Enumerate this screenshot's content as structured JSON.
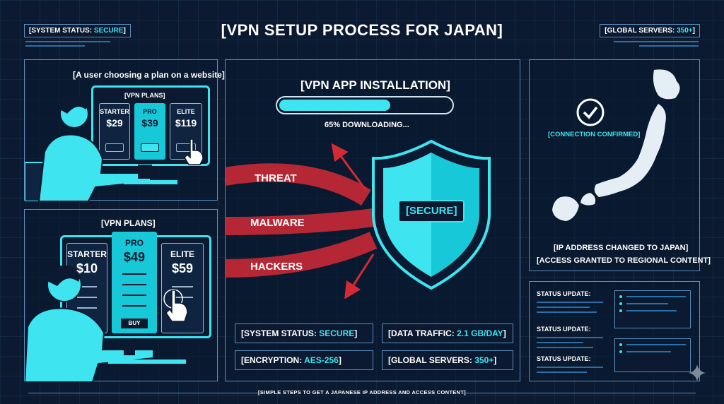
{
  "page": {
    "title": "[VPN SETUP PROCESS FOR JAPAN]",
    "footer": "[SIMPLE STEPS TO GET A JAPANESE IP ADDRESS AND ACCESS CONTENT]"
  },
  "top_tags": {
    "system_status_label": "[SYSTEM STATUS: ",
    "system_status_value": "SECURE",
    "system_status_end": "]",
    "global_servers_label": "[GLOBAL SERVERS: ",
    "global_servers_value": "350+",
    "global_servers_end": "]"
  },
  "panel_choose": {
    "caption": "[A user choosing a plan on a website]",
    "header": "[VPN PLANS]",
    "plans": [
      {
        "name": "STARTER",
        "price": "$29"
      },
      {
        "name": "PRO",
        "price": "$39"
      },
      {
        "name": "ELITE",
        "price": "$119"
      }
    ]
  },
  "panel_plans": {
    "caption": "[VPN PLANS]",
    "plans": [
      {
        "name": "STARTER",
        "price": "$10"
      },
      {
        "name": "PRO",
        "price": "$49"
      },
      {
        "name": "ELITE",
        "price": "$59"
      }
    ],
    "buy_label": "BUY"
  },
  "install": {
    "title": "[VPN APP INSTALLATION]",
    "progress": 0.65,
    "progress_text": "65% DOWNLOADING..."
  },
  "shield": {
    "label": "[SECURE]",
    "threats": [
      "THREAT",
      "MALWARE",
      "HACKERS"
    ]
  },
  "info": {
    "system_status_label": "[SYSTEM STATUS: ",
    "system_status_value": "SECURE",
    "data_traffic_label": "[DATA TRAFFIC: ",
    "data_traffic_value": "2.1 GB/DAY",
    "encryption_label": "[ENCRYPTION: ",
    "encryption_value": "AES-256",
    "global_servers_label": "[GLOBAL SERVERS: ",
    "global_servers_value": "350+",
    "close": "]"
  },
  "japan": {
    "confirmed": "[CONNECTION CONFIRMED]",
    "ip_changed": "[IP ADDRESS CHANGED TO JAPAN]",
    "access": "[ACCESS GRANTED TO REGIONAL CONTENT]"
  },
  "status_updates": [
    "STATUS UPDATE:",
    "STATUS UPDATE:",
    "STATUS UPDATE:"
  ],
  "colors": {
    "background": "#0b1a30",
    "accent": "#3ee4f0",
    "threat": "#d42a35",
    "border": "#5a8fbf"
  },
  "icons": [
    "check-icon",
    "shield-icon",
    "hand-pointer-icon",
    "user-icon",
    "monitor-icon",
    "japan-map",
    "sparkle-icon"
  ]
}
